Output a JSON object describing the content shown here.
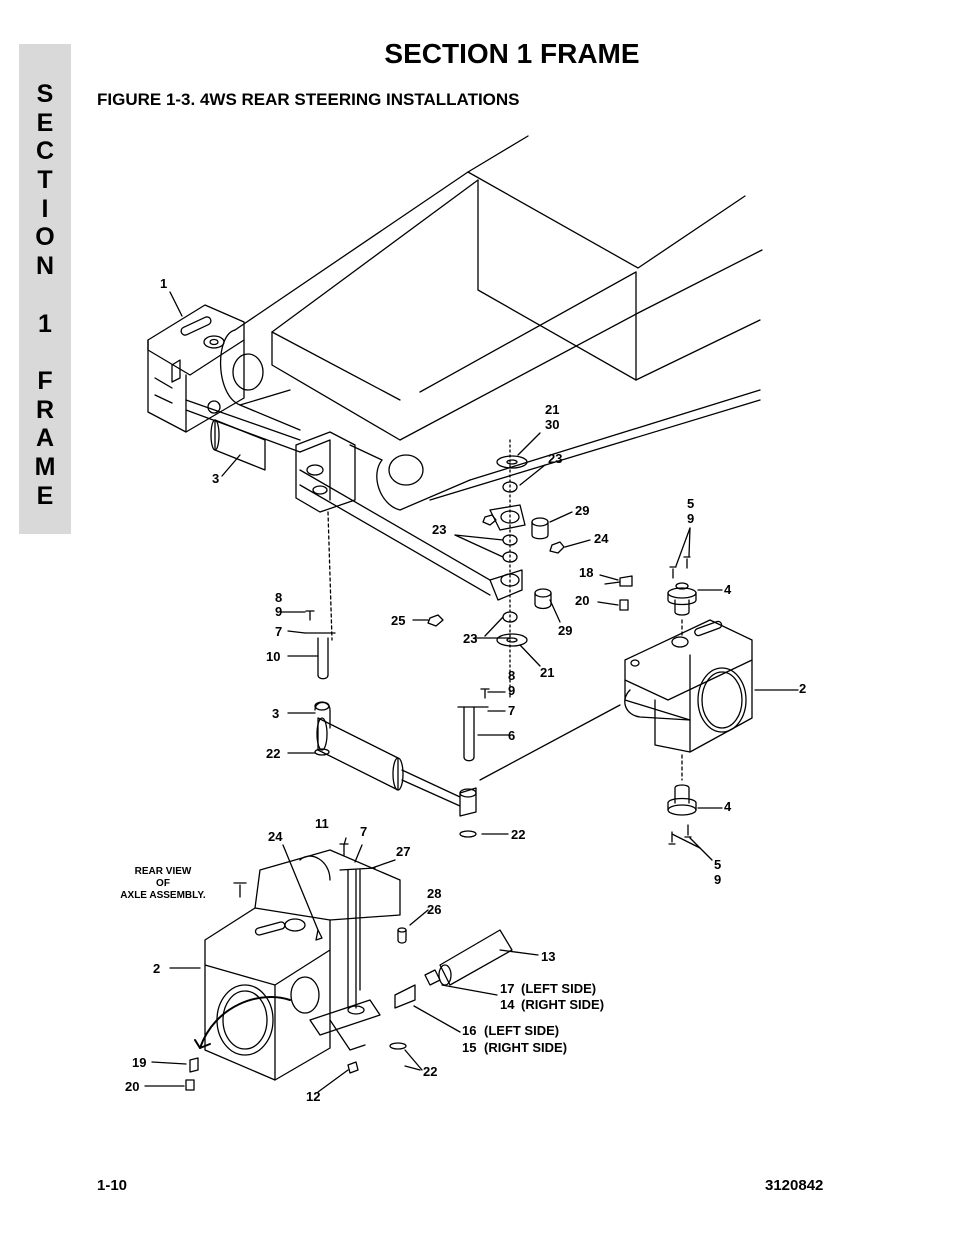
{
  "side_tab": {
    "letters": [
      "S",
      "E",
      "C",
      "T",
      "I",
      "O",
      "N",
      "",
      "1",
      "",
      "F",
      "R",
      "A",
      "M",
      "E"
    ]
  },
  "header": {
    "title": "SECTION 1  FRAME",
    "figure_title": "FIGURE 1-3.    4WS REAR STEERING INSTALLATIONS"
  },
  "callouts": {
    "c1": "1",
    "c3a": "3",
    "c2a": "2",
    "c2b": "2",
    "c3b": "3",
    "c4a": "4",
    "c4b": "4",
    "c5a": "5",
    "c9a": "9",
    "c5b": "5",
    "c9b": "9",
    "c6": "6",
    "c7a": "7",
    "c7b": "7",
    "c7c": "7",
    "c8a": "8",
    "c9c": "9",
    "c8b": "8",
    "c9d": "9",
    "c10": "10",
    "c11": "11",
    "c12": "12",
    "c13": "13",
    "c18": "18",
    "c19": "19",
    "c20a": "20",
    "c20b": "20",
    "c21a": "21",
    "c30": "30",
    "c21b": "21",
    "c22a": "22",
    "c22b": "22",
    "c22c": "22",
    "c23a": "23",
    "c23b": "23",
    "c23c": "23",
    "c24a": "24",
    "c24b": "24",
    "c25": "25",
    "c26": "26",
    "c27": "27",
    "c28": "28",
    "c29a": "29",
    "c29b": "29",
    "c17": "17",
    "c17_note": "(LEFT SIDE)",
    "c14": "14",
    "c14_note": "(RIGHT SIDE)",
    "c16": "16",
    "c16_note": "(LEFT SIDE)",
    "c15": "15",
    "c15_note": "(RIGHT SIDE)"
  },
  "rear_view_label": [
    "REAR  VIEW",
    "OF",
    "AXLE ASSEMBLY."
  ],
  "footer": {
    "page_number": "1-10",
    "document_number": "3120842"
  }
}
